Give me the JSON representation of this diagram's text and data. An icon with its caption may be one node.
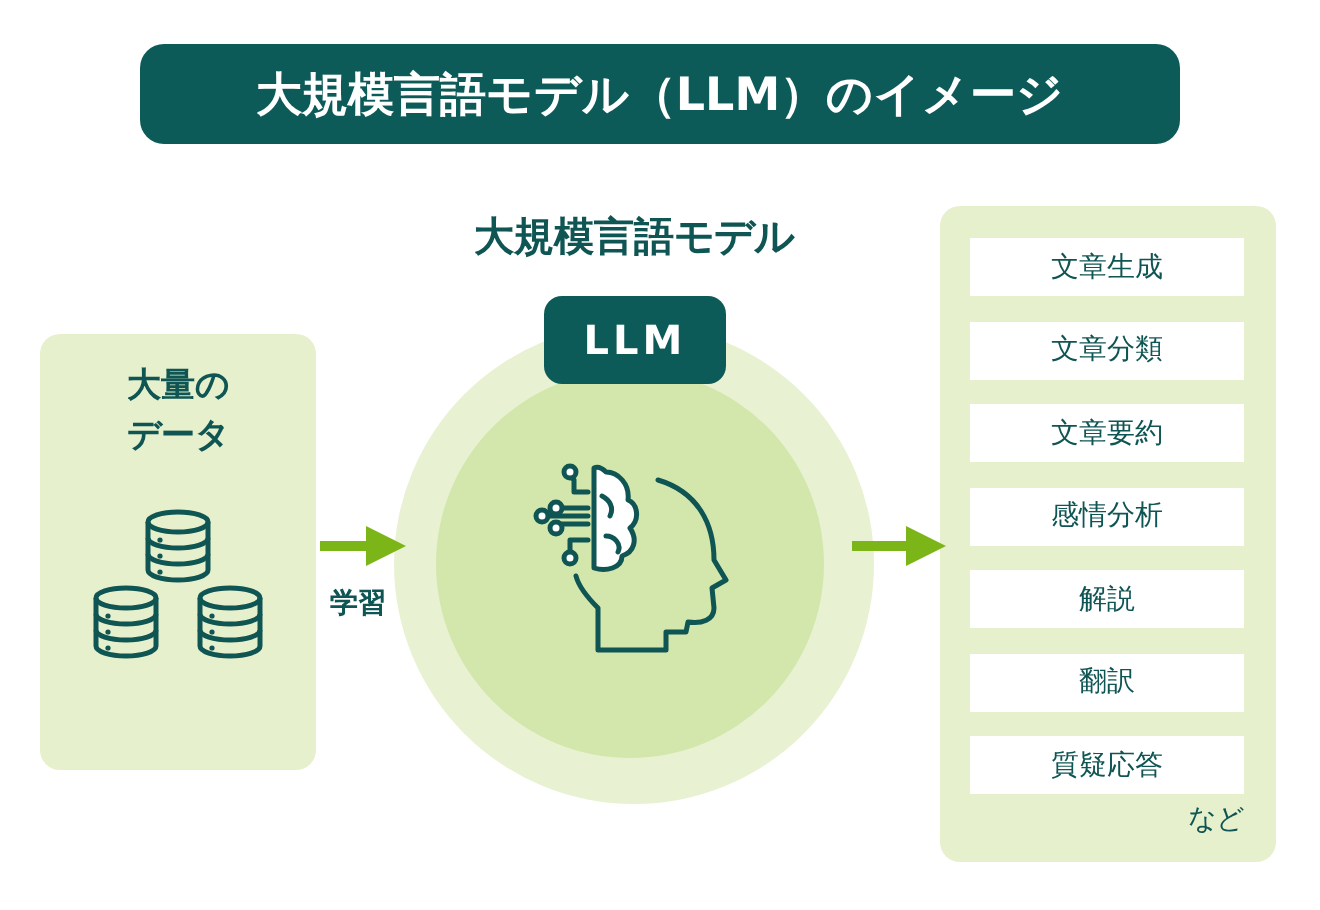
{
  "diagram": {
    "title": "大規模言語モデル（LLM）のイメージ",
    "nodes": [
      {
        "text": [
          "大量のデータ"
        ]
      },
      {
        "text": [
          "大規模言語モデル"
        ]
      },
      {
        "text": [
          "LLM"
        ]
      },
      {
        "text": [
          "など"
        ]
      },
      {
        "text": [
          "文章生成"
        ],
        "in": 3
      },
      {
        "text": [
          "文章分類"
        ],
        "in": 3
      },
      {
        "text": [
          "文章要約"
        ],
        "in": 3
      },
      {
        "text": [
          "感情分析"
        ],
        "in": 3
      },
      {
        "text": [
          "解説"
        ],
        "in": 3
      },
      {
        "text": [
          "翻訳"
        ],
        "in": 3
      },
      {
        "text": [
          "質疑応答"
        ],
        "in": 3
      }
    ],
    "edges": [
      {
        "from": 0,
        "to": 1,
        "arrow": "to",
        "label": "学習"
      },
      {
        "from": 1,
        "to": 3,
        "arrow": "to"
      }
    ]
  }
}
